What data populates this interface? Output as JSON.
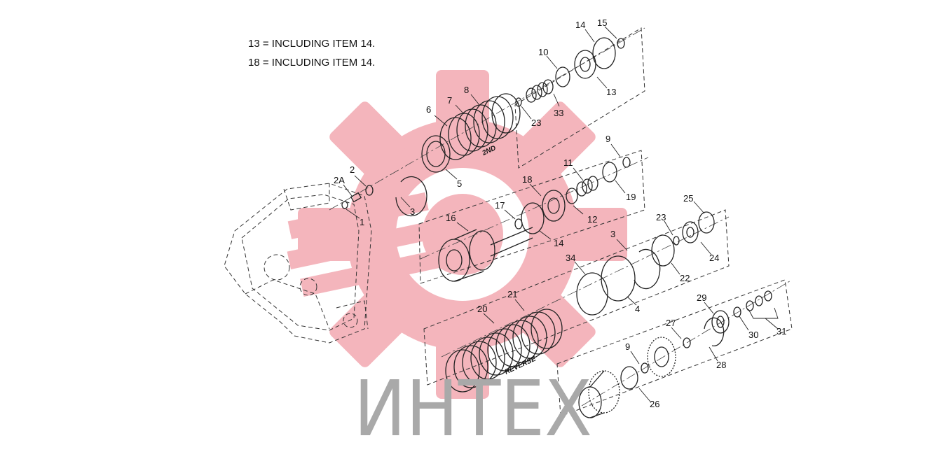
{
  "notes": [
    "13 = INCLUDING ITEM 14.",
    "18 = INCLUDING ITEM 14."
  ],
  "part_labels": {
    "second": "2ND",
    "reverse": "REVERSE"
  },
  "watermark": {
    "text": "ИНТЕХ",
    "gear_color": "#f3a9b1",
    "text_color": "#a9a9a9"
  },
  "callouts": [
    {
      "id": "c1",
      "text": "1"
    },
    {
      "id": "c2",
      "text": "2"
    },
    {
      "id": "c2a",
      "text": "2A"
    },
    {
      "id": "c3a",
      "text": "3"
    },
    {
      "id": "c3b",
      "text": "3"
    },
    {
      "id": "c4",
      "text": "4"
    },
    {
      "id": "c5",
      "text": "5"
    },
    {
      "id": "c6",
      "text": "6"
    },
    {
      "id": "c7",
      "text": "7"
    },
    {
      "id": "c8",
      "text": "8"
    },
    {
      "id": "c9a",
      "text": "9"
    },
    {
      "id": "c9b",
      "text": "9"
    },
    {
      "id": "c10",
      "text": "10"
    },
    {
      "id": "c11",
      "text": "11"
    },
    {
      "id": "c12",
      "text": "12"
    },
    {
      "id": "c13",
      "text": "13"
    },
    {
      "id": "c14a",
      "text": "14"
    },
    {
      "id": "c14b",
      "text": "14"
    },
    {
      "id": "c15",
      "text": "15"
    },
    {
      "id": "c16",
      "text": "16"
    },
    {
      "id": "c17",
      "text": "17"
    },
    {
      "id": "c18",
      "text": "18"
    },
    {
      "id": "c19",
      "text": "19"
    },
    {
      "id": "c20",
      "text": "20"
    },
    {
      "id": "c21",
      "text": "21"
    },
    {
      "id": "c22",
      "text": "22"
    },
    {
      "id": "c23a",
      "text": "23"
    },
    {
      "id": "c23b",
      "text": "23"
    },
    {
      "id": "c24",
      "text": "24"
    },
    {
      "id": "c25",
      "text": "25"
    },
    {
      "id": "c26",
      "text": "26"
    },
    {
      "id": "c27",
      "text": "27"
    },
    {
      "id": "c28",
      "text": "28"
    },
    {
      "id": "c29",
      "text": "29"
    },
    {
      "id": "c30",
      "text": "30"
    },
    {
      "id": "c31",
      "text": "31"
    },
    {
      "id": "c33",
      "text": "33"
    },
    {
      "id": "c34",
      "text": "34"
    }
  ]
}
